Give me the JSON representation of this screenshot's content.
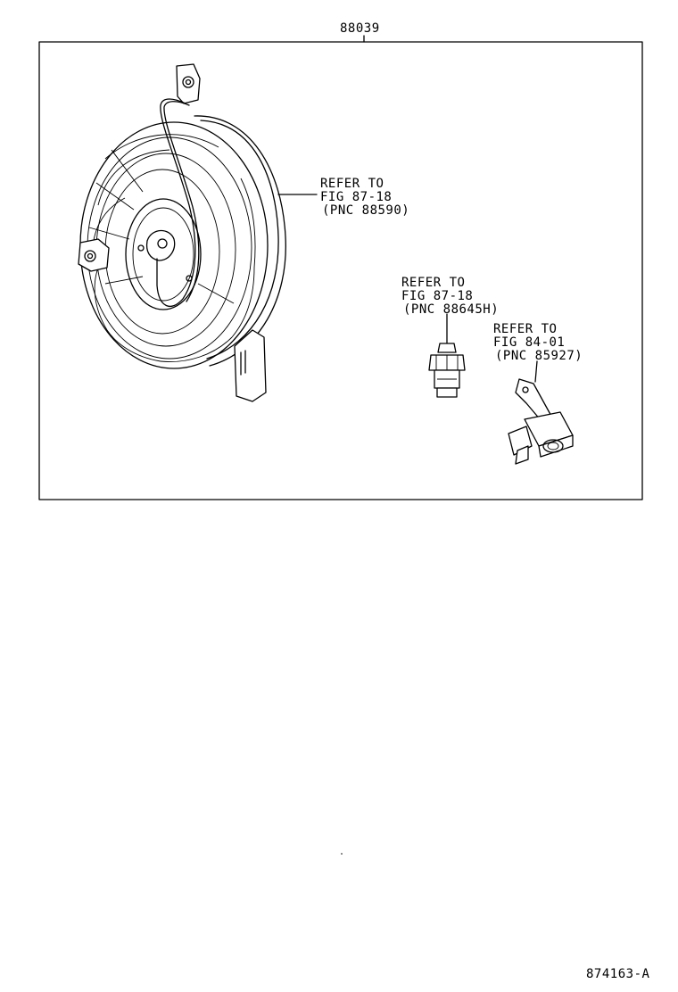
{
  "assembly": {
    "part_number": "88039"
  },
  "callouts": [
    {
      "line1": "REFER TO",
      "line2": "FIG 87-18",
      "line3": "(PNC 88590)"
    },
    {
      "line1": "REFER TO",
      "line2": "FIG 87-18",
      "line3": "(PNC 88645H)"
    },
    {
      "line1": "REFER TO",
      "line2": "FIG 84-01",
      "line3": "(PNC 85927)"
    }
  ],
  "illustration_code": "874163-A"
}
